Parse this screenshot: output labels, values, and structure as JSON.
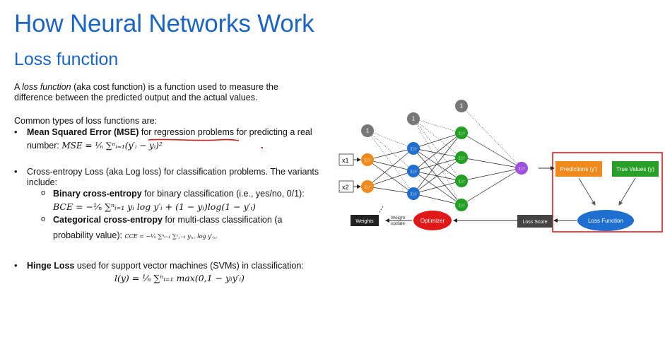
{
  "title": "How Neural Networks Work",
  "subtitle": "Loss function",
  "intro": {
    "a": "A ",
    "em": "loss function",
    "b": " (aka cost function) is a function used to measure the difference between the predicted output and the actual values."
  },
  "common": "Common types of loss functions are:",
  "mse": {
    "bold": "Mean Squared Error (MSE)",
    "rest": " for regression problems for predicting a real",
    "line2": "number:",
    "formula": "MSE = ¹⁄ₙ ∑ⁿᵢ₌₁(y′ᵢ − yᵢ)²"
  },
  "ce": {
    "text": "Cross-entropy Loss (aka Log loss) for classification problems. The variants include:"
  },
  "bce": {
    "bold": "Binary cross-entropy",
    "rest": " for binary classification (i.e., yes/no, 0/1):",
    "formula": "BCE = −¹⁄ₙ ∑ⁿᵢ₌₁ yᵢ log y′ᵢ + (1 − yᵢ)log(1 − y′ᵢ)"
  },
  "cce": {
    "bold": "Categorical cross-entropy",
    "rest": " for multi-class classification (a",
    "line2": "probability value):",
    "formula": "CCE = −¹⁄ₙ ∑ⁿᵢ₌₁ ∑ᶜ꜀₌₁ yᵢ,꜀ log y′ᵢ,꜀"
  },
  "hinge": {
    "bold": "Hinge Loss",
    "rest": " used for support vector machines (SVMs) in classification:",
    "formula": "l(y) = ¹⁄ₙ ∑ⁿᵢ₌₁ max(0,1 − yᵢy′ᵢ)"
  },
  "diagram": {
    "inputs": [
      "x1",
      "x2"
    ],
    "bias": "1",
    "neuron": "Σ | f",
    "weights": "Weights",
    "weight_update": [
      "Weight",
      "update"
    ],
    "optimizer": "Optimizer",
    "loss_score": "Loss Score",
    "loss_function": "Loss Function",
    "predictions": "Predictions (y')",
    "true_values": "True Values (y)"
  },
  "colors": {
    "title": "#1a64c8",
    "orange": "#f08a1c",
    "blue": "#1e6fd0",
    "green": "#22a022",
    "purple": "#a050e0",
    "red": "#e01818",
    "highlight_box": "#e02020"
  }
}
